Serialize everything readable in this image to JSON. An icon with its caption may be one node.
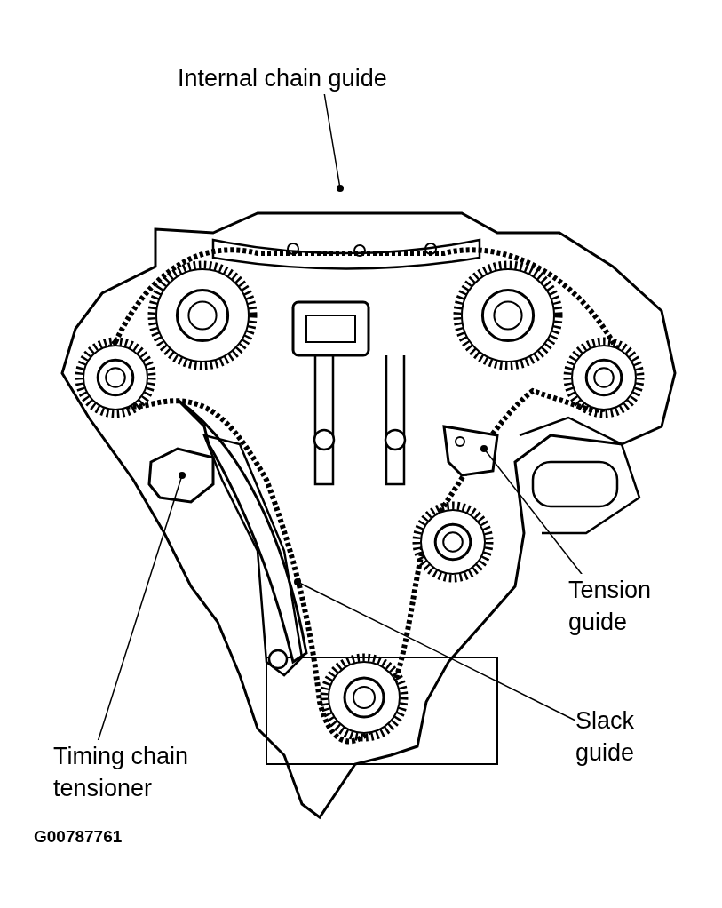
{
  "diagram": {
    "nodes": [
      {
        "text": [
          "Internal chain guide"
        ]
      },
      {
        "text": [
          "Tension guide"
        ]
      },
      {
        "text": [
          "Slack guide"
        ]
      },
      {
        "text": [
          "Timing chain tensioner"
        ]
      }
    ],
    "edges": [
      {
        "from": 0,
        "to": null,
        "arrow": "other"
      },
      {
        "from": 1,
        "to": null,
        "arrow": "other"
      },
      {
        "from": 2,
        "to": null,
        "arrow": "other"
      },
      {
        "from": 3,
        "to": null,
        "arrow": "other"
      }
    ],
    "labels": [
      "G00787761"
    ]
  }
}
